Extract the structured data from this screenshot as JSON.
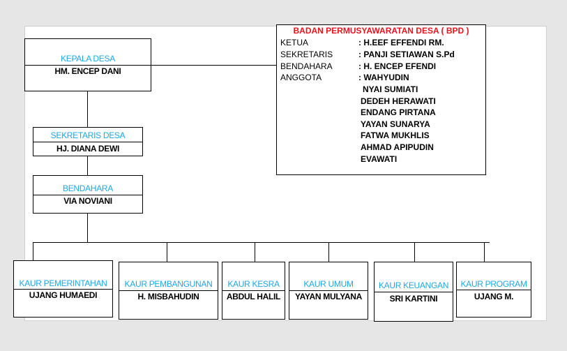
{
  "kepala": {
    "title": "KEPALA DESA",
    "name": "HM. ENCEP DANI"
  },
  "sekretaris": {
    "title": "SEKRETARIS DESA",
    "name": "HJ. DIANA DEWI"
  },
  "bendahara": {
    "title": "BENDAHARA",
    "name": "VIA NOVIANI"
  },
  "bpd": {
    "title": "BADAN PERMUSYAWARATAN DESA ( BPD )",
    "rows": [
      {
        "label": "KETUA",
        "value": ": H.EEF EFFENDI RM."
      },
      {
        "label": "SEKRETARIS",
        "value": ": PANJI SETIAWAN S.Pd"
      },
      {
        "label": "BENDAHARA",
        "value": ": H. ENCEP EFENDI"
      },
      {
        "label": "ANGGOTA",
        "value": ": WAHYUDIN"
      }
    ],
    "members": [
      "NYAI SUMIATI",
      "DEDEH HERAWATI",
      "ENDANG PIRTANA",
      "YAYAN SUNARYA",
      "FATWA MUKHLIS",
      "AHMAD APIPUDIN",
      "EVAWATI"
    ]
  },
  "kaur": [
    {
      "title": "KAUR PEMERINTAHAN",
      "name": "UJANG HUMAEDI"
    },
    {
      "title": "KAUR PEMBANGUNAN",
      "name": "H. MISBAHUDIN"
    },
    {
      "title": "KAUR KESRA",
      "name": "ABDUL HALIL"
    },
    {
      "title": "KAUR UMUM",
      "name": "YAYAN MULYANA"
    },
    {
      "title": "KAUR KEUANGAN",
      "name": "SRI KARTINI"
    },
    {
      "title": "KAUR PROGRAM",
      "name": "UJANG M."
    }
  ],
  "colors": {
    "title": "#1aa7e6",
    "bpd_title": "#e8141c"
  }
}
